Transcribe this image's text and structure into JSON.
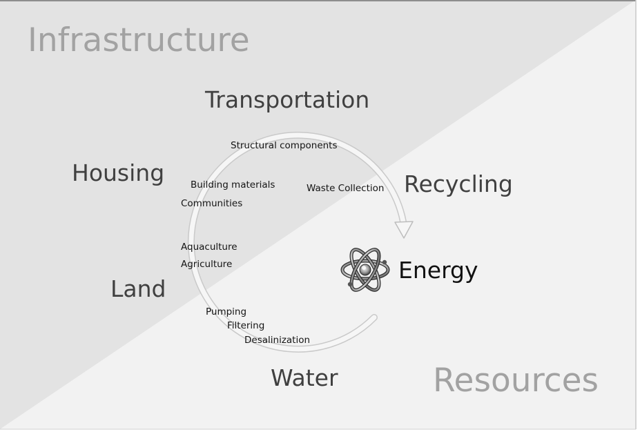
{
  "corners": {
    "top_left": "Infrastructure",
    "bottom_right": "Resources"
  },
  "categories": {
    "transportation": "Transportation",
    "housing": "Housing",
    "recycling": "Recycling",
    "land": "Land",
    "water": "Water",
    "energy": "Energy"
  },
  "items": {
    "structural_components": "Structural components",
    "building_materials": "Building materials",
    "waste_collection": "Waste Collection",
    "communities": "Communities",
    "aquaculture": "Aquaculture",
    "agriculture": "Agriculture",
    "pumping": "Pumping",
    "filtering": "Filtering",
    "desalinization": "Desalinization"
  },
  "icons": {
    "energy": "atom-icon"
  },
  "colors": {
    "upper_region": "#e3e3e3",
    "lower_region": "#f2f2f2",
    "corner_text": "#a2a2a2",
    "category_text": "#404040"
  }
}
